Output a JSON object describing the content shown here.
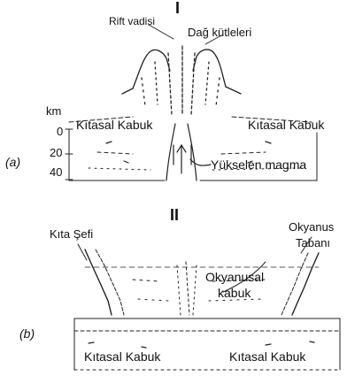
{
  "panel_a": {
    "roman": "I",
    "letter": "(a)",
    "labels": {
      "rift_valley": "Rift vadisi",
      "mountain_masses": "Dağ kütleleri",
      "continental_crust_left": "Kıtasal Kabuk",
      "continental_crust_right": "Kıtasal Kabuk",
      "rising_magma": "Yükselen magma"
    },
    "depth_scale": {
      "unit": "km",
      "ticks": [
        "0",
        "20",
        "40"
      ]
    }
  },
  "panel_b": {
    "roman": "II",
    "letter": "(b)",
    "labels": {
      "continental_shelf": "Kıta Şefi",
      "ocean_floor_line1": "Okyanus",
      "ocean_floor_line2": "Tabanı",
      "oceanic_crust_line1": "Okyanusal",
      "oceanic_crust_line2": "kabuk",
      "continental_crust_left": "Kıtasal Kabuk",
      "continental_crust_right": "Kıtasal Kabuk"
    }
  }
}
